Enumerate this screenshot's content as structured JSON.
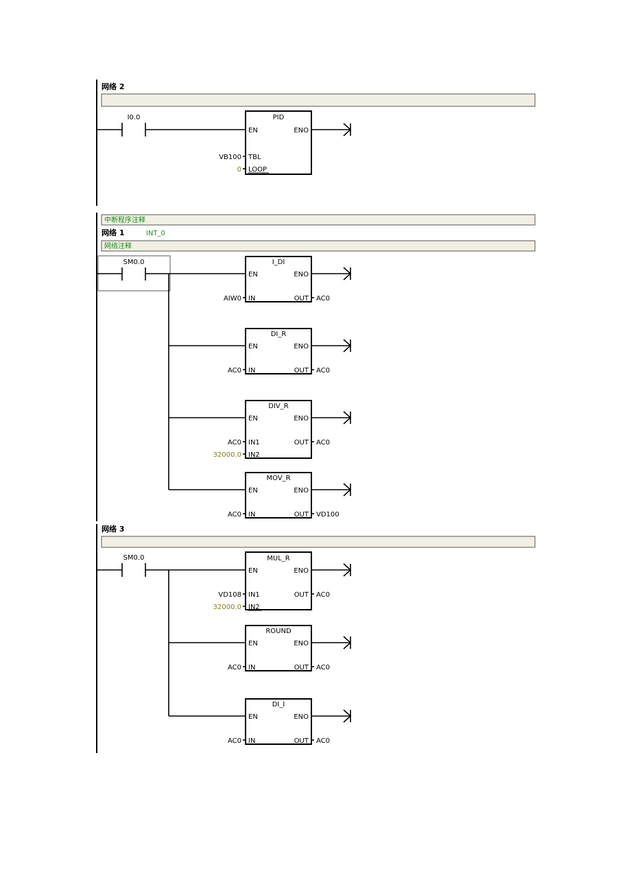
{
  "palette": {
    "comment_bg": "#f2f0e4",
    "comment_text": "#1f8a1f",
    "constant": "#8a7a1c",
    "line": "#000000"
  },
  "net2": {
    "title": "网络 2",
    "comment": "",
    "contact": "I0.0",
    "block": {
      "name": "PID",
      "en": "EN",
      "eno": "ENO",
      "in1_label": "TBL",
      "in1_value": "VB100",
      "in2_label": "LOOP",
      "in2_value": "0"
    }
  },
  "isr": {
    "comment": "中断程序注释",
    "title": "网络 1",
    "name": "INT_0",
    "net_comment": "网络注释",
    "contact": "SM0.0",
    "blocks": [
      {
        "name": "I_DI",
        "en": "EN",
        "eno": "ENO",
        "in_label": "IN",
        "in_value": "AIW0",
        "out_label": "OUT",
        "out_value": "AC0"
      },
      {
        "name": "DI_R",
        "en": "EN",
        "eno": "ENO",
        "in_label": "IN",
        "in_value": "AC0",
        "out_label": "OUT",
        "out_value": "AC0"
      },
      {
        "name": "DIV_R",
        "en": "EN",
        "eno": "ENO",
        "in1_label": "IN1",
        "in1_value": "AC0",
        "in2_label": "IN2",
        "in2_value": "32000.0",
        "out_label": "OUT",
        "out_value": "AC0"
      },
      {
        "name": "MOV_R",
        "en": "EN",
        "eno": "ENO",
        "in_label": "IN",
        "in_value": "AC0",
        "out_label": "OUT",
        "out_value": "VD100"
      }
    ]
  },
  "net3": {
    "title": "网络 3",
    "comment": "",
    "contact": "SM0.0",
    "blocks": [
      {
        "name": "MUL_R",
        "en": "EN",
        "eno": "ENO",
        "in1_label": "IN1",
        "in1_value": "VD108",
        "in2_label": "IN2",
        "in2_value": "32000.0",
        "out_label": "OUT",
        "out_value": "AC0"
      },
      {
        "name": "ROUND",
        "en": "EN",
        "eno": "ENO",
        "in_label": "IN",
        "in_value": "AC0",
        "out_label": "OUT",
        "out_value": "AC0"
      },
      {
        "name": "DI_I",
        "en": "EN",
        "eno": "ENO",
        "in_label": "IN",
        "in_value": "AC0",
        "out_label": "OUT",
        "out_value": "AC0"
      }
    ]
  }
}
